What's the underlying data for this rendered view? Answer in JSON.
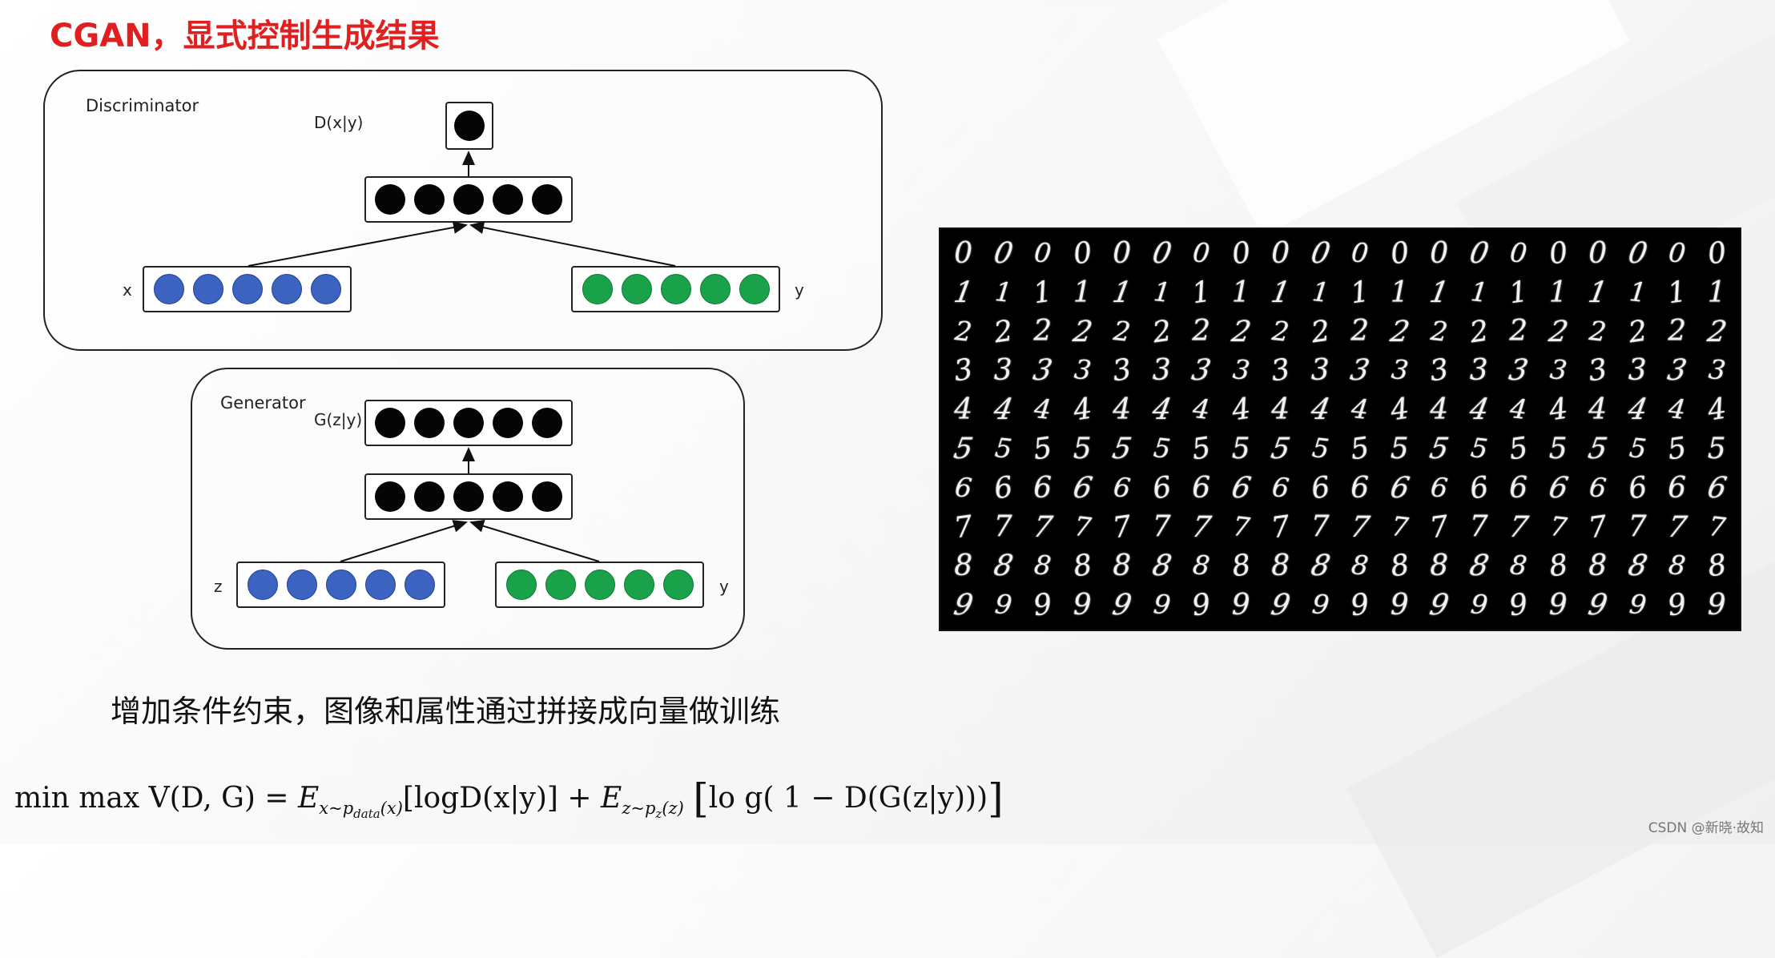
{
  "slide": {
    "title": "CGAN，显式控制生成结果",
    "caption": "增加条件约束，图像和属性通过拼接成向量做训练",
    "watermark": "CSDN @新晓·故知"
  },
  "colors": {
    "title": "#e02020",
    "condition_node": "#19a24a",
    "input_node": "#3c63c0",
    "hidden_node": "#050505"
  },
  "discriminator": {
    "label": "Discriminator",
    "output_label": "D(x|y)",
    "input_x_label": "x",
    "input_y_label": "y"
  },
  "generator": {
    "label": "Generator",
    "output_label": "G(z|y)",
    "input_z_label": "z",
    "input_y_label": "y"
  },
  "sample_grid": {
    "rows": [
      "0",
      "1",
      "2",
      "3",
      "4",
      "5",
      "6",
      "7",
      "8",
      "9"
    ]
  },
  "formula": {
    "lhs": "min max V(D, G) =",
    "term1_op": "E",
    "term1_sub": "x~p",
    "term1_subsub": "data",
    "term1_subtail": "(x)",
    "term1_body": "[logD(x|y)] +",
    "term2_op": "E",
    "term2_sub": "z~p",
    "term2_subsub": "z",
    "term2_subtail": "(z)",
    "term2_body": "lo g( 1 − D(G(z|y)))"
  }
}
